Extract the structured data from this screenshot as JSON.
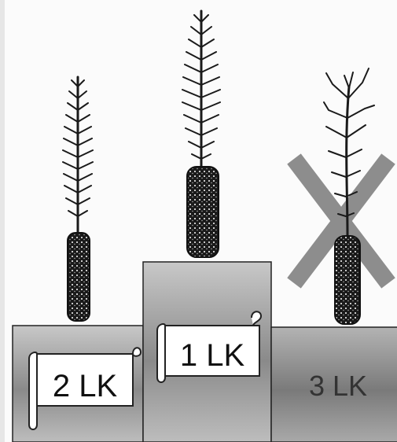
{
  "podium": {
    "first": {
      "label": "1 LK",
      "rank": 1
    },
    "second": {
      "label": "2 LK",
      "rank": 2
    },
    "third": {
      "label": "3 LK",
      "rank": 3,
      "rejected": true
    }
  },
  "colors": {
    "podium_light": "#c9c9c9",
    "podium_dark": "#777777",
    "tree": "#1a1a1a",
    "cross": "#8a8a8a",
    "scroll": "#ffffff"
  },
  "icons": {
    "reject": "x-cross-icon",
    "seedling": "seedling-icon",
    "scroll": "scroll-banner-icon"
  }
}
